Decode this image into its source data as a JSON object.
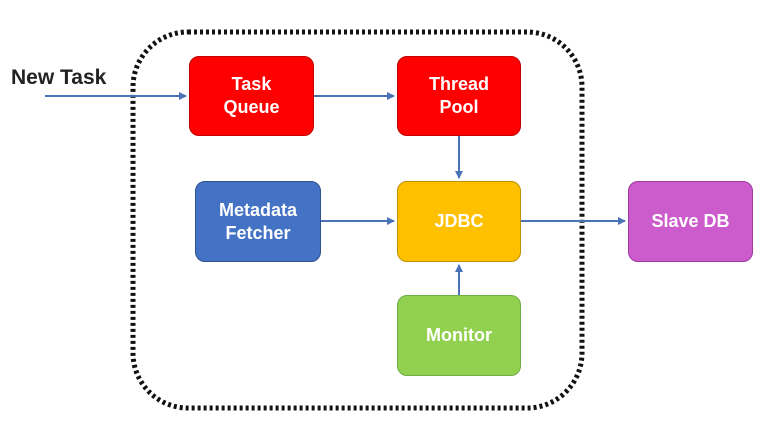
{
  "input": {
    "label": "New Task"
  },
  "nodes": {
    "task_queue": {
      "label": "Task\nQueue",
      "color": "#ff0000"
    },
    "thread_pool": {
      "label": "Thread\nPool",
      "color": "#ff0000"
    },
    "metadata_fetcher": {
      "label": "Metadata\nFetcher",
      "color": "#4472c4"
    },
    "jdbc": {
      "label": "JDBC",
      "color": "#ffc000"
    },
    "monitor": {
      "label": "Monitor",
      "color": "#92d050"
    },
    "slave_db": {
      "label": "Slave DB",
      "color": "#cc5ccc"
    }
  },
  "edges": [
    {
      "from": "new-task",
      "to": "task-queue"
    },
    {
      "from": "task-queue",
      "to": "thread-pool"
    },
    {
      "from": "thread-pool",
      "to": "jdbc"
    },
    {
      "from": "metadata-fetcher",
      "to": "jdbc"
    },
    {
      "from": "monitor",
      "to": "jdbc"
    },
    {
      "from": "jdbc",
      "to": "slave-db"
    }
  ],
  "colors": {
    "arrow": "#4a72b8",
    "boundary": "#111111"
  }
}
